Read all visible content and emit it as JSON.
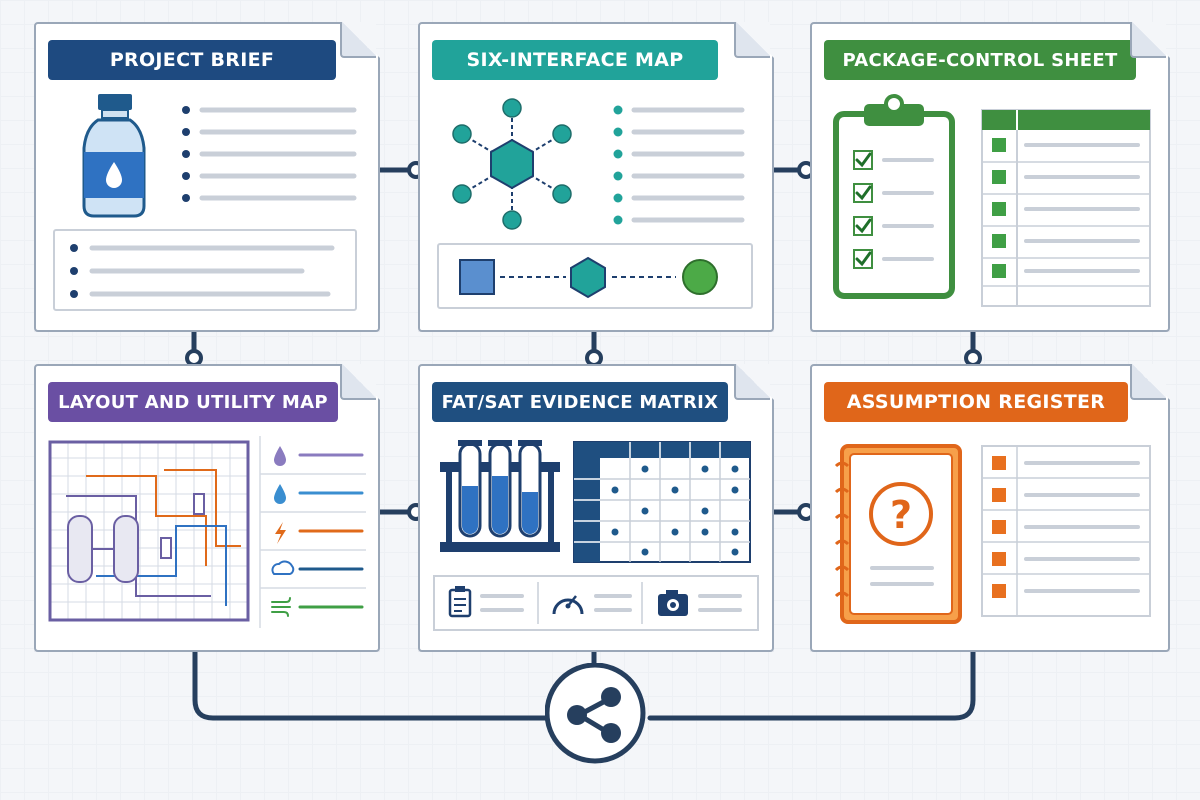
{
  "colors": {
    "navy": "#1e3f6e",
    "teal": "#22a099",
    "green": "#3f8f40",
    "purple": "#6a4fa3",
    "blue": "#1f5a8c",
    "orange": "#e06a1a",
    "connector": "#263f5e"
  },
  "cards": [
    {
      "title": "PROJECT BRIEF",
      "color": "#1e4a80",
      "icon": "water-bottle-icon"
    },
    {
      "title": "SIX-INTERFACE MAP",
      "color": "#21a39a",
      "icon": "hexagon-network-icon"
    },
    {
      "title": "PACKAGE-CONTROL SHEET",
      "color": "#3f8f40",
      "icon": "clipboard-checklist-icon"
    },
    {
      "title": "LAYOUT AND UTILITY MAP",
      "color": "#6a4fa3",
      "icon": "floor-plan-icon"
    },
    {
      "title": "FAT/SAT EVIDENCE MATRIX",
      "color": "#1f4f80",
      "icon": "test-tubes-icon"
    },
    {
      "title": "ASSUMPTION REGISTER",
      "color": "#e0661a",
      "icon": "question-notebook-icon"
    }
  ],
  "hub": {
    "icon": "share-icon"
  }
}
